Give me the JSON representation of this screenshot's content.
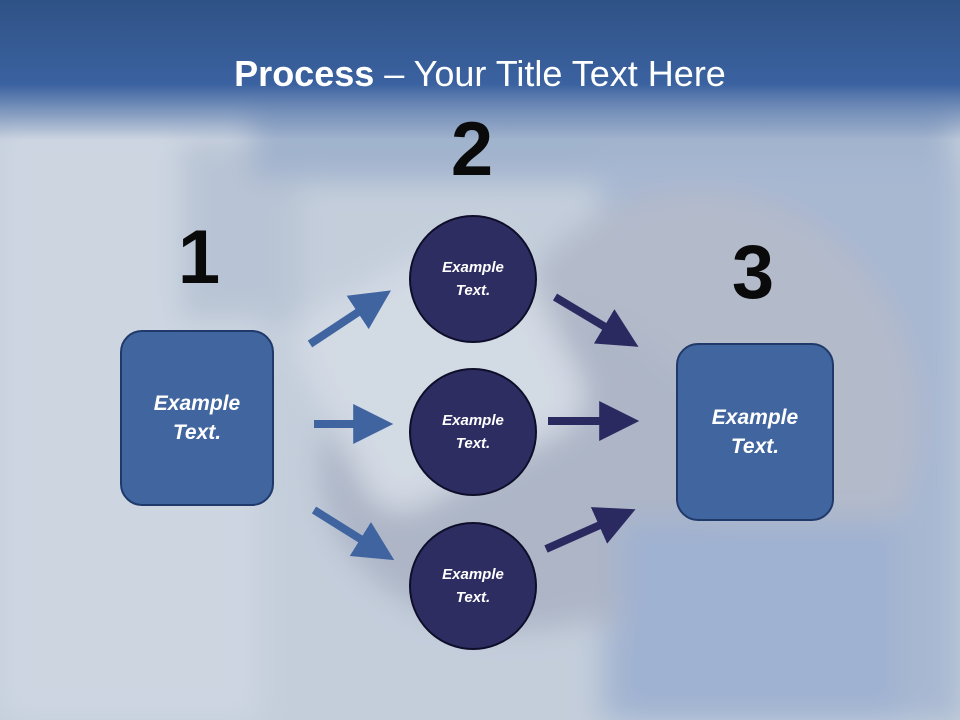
{
  "slide": {
    "title_bold": "Process",
    "title_rest": " – Your Title Text Here"
  },
  "steps": {
    "one": "1",
    "two": "2",
    "three": "3"
  },
  "left_box": {
    "line1": "Example",
    "line2": "Text."
  },
  "circles": [
    {
      "line1": "Example",
      "line2": "Text."
    },
    {
      "line1": "Example",
      "line2": "Text."
    },
    {
      "line1": "Example",
      "line2": "Text."
    }
  ],
  "right_box": {
    "line1": "Example",
    "line2": "Text."
  },
  "colors": {
    "header": "#3b62a0",
    "box_fill": "#41659e",
    "circle_fill": "#2e2d62",
    "arrow_left": "#3f64a0",
    "arrow_right": "#2b2a60"
  }
}
